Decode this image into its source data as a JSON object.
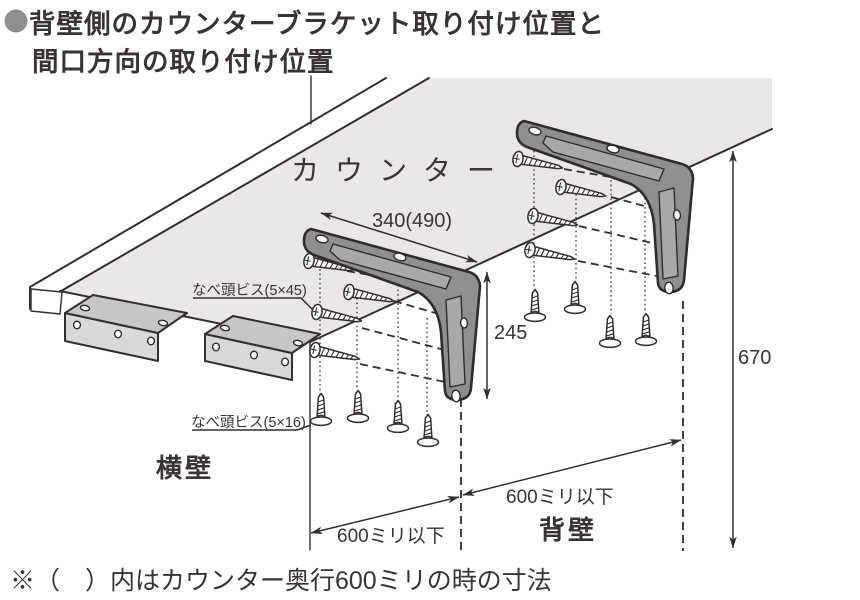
{
  "title": {
    "line1": "背壁側のカウンターブラケット取り付け位置と",
    "line2": "間口方向の取り付け位置"
  },
  "footnote": "※（　）内はカウンター奥行600ミリの時の寸法",
  "diagram": {
    "parts": {
      "counter": "カウンター",
      "side_wall": "横壁",
      "back_wall": "背壁",
      "screw_pan_5x45": "なべ頭ビス(5×45)",
      "screw_pan_5x16": "なべ頭ビス(5×16)"
    },
    "dimensions": {
      "bracket_depth": "340(490)",
      "bracket_height": "245",
      "wall_height": "670",
      "pitch_left": "600ミリ以下",
      "pitch_right": "600ミリ以下"
    },
    "colors": {
      "line": "#352e2f",
      "text": "#3a3335",
      "counter_underside": "#e9e8e6",
      "bracket": "#8f8f8f",
      "bracket_panel": "#a8a8a8",
      "plate_top": "#c7c7c7",
      "plate_front": "#d9d9d9",
      "title_bullet": "#8f8f8f"
    }
  }
}
